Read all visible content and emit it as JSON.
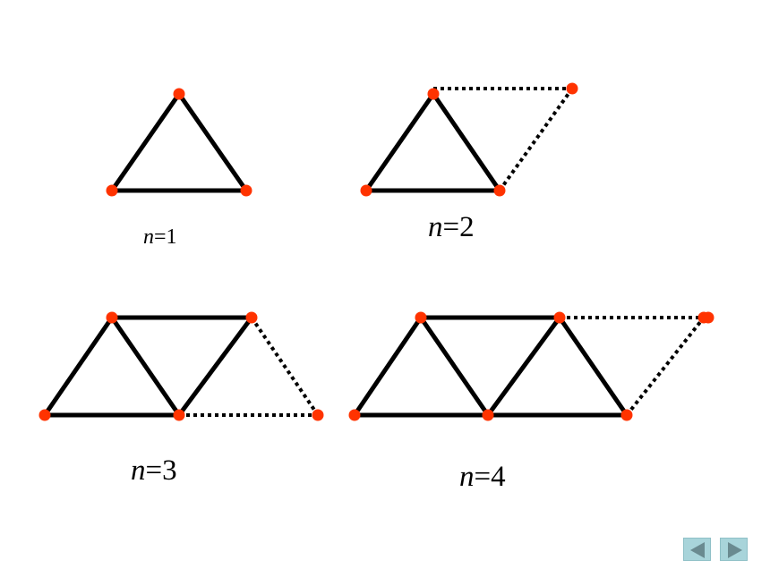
{
  "figures": [
    {
      "id": "n1",
      "var": "n",
      "eq": "=",
      "num": "1"
    },
    {
      "id": "n2",
      "var": "n",
      "eq": "=",
      "num": "2"
    },
    {
      "id": "n3",
      "var": "n",
      "eq": "=",
      "num": "3"
    },
    {
      "id": "n4",
      "var": "n",
      "eq": "=",
      "num": "4"
    }
  ],
  "colors": {
    "vertex": "#ff3300",
    "edge": "#000000",
    "nav_button": "#a8d4da",
    "nav_arrow": "#6a8a90"
  },
  "icons": {
    "prev": "triangle-left-icon",
    "next": "triangle-right-icon"
  }
}
